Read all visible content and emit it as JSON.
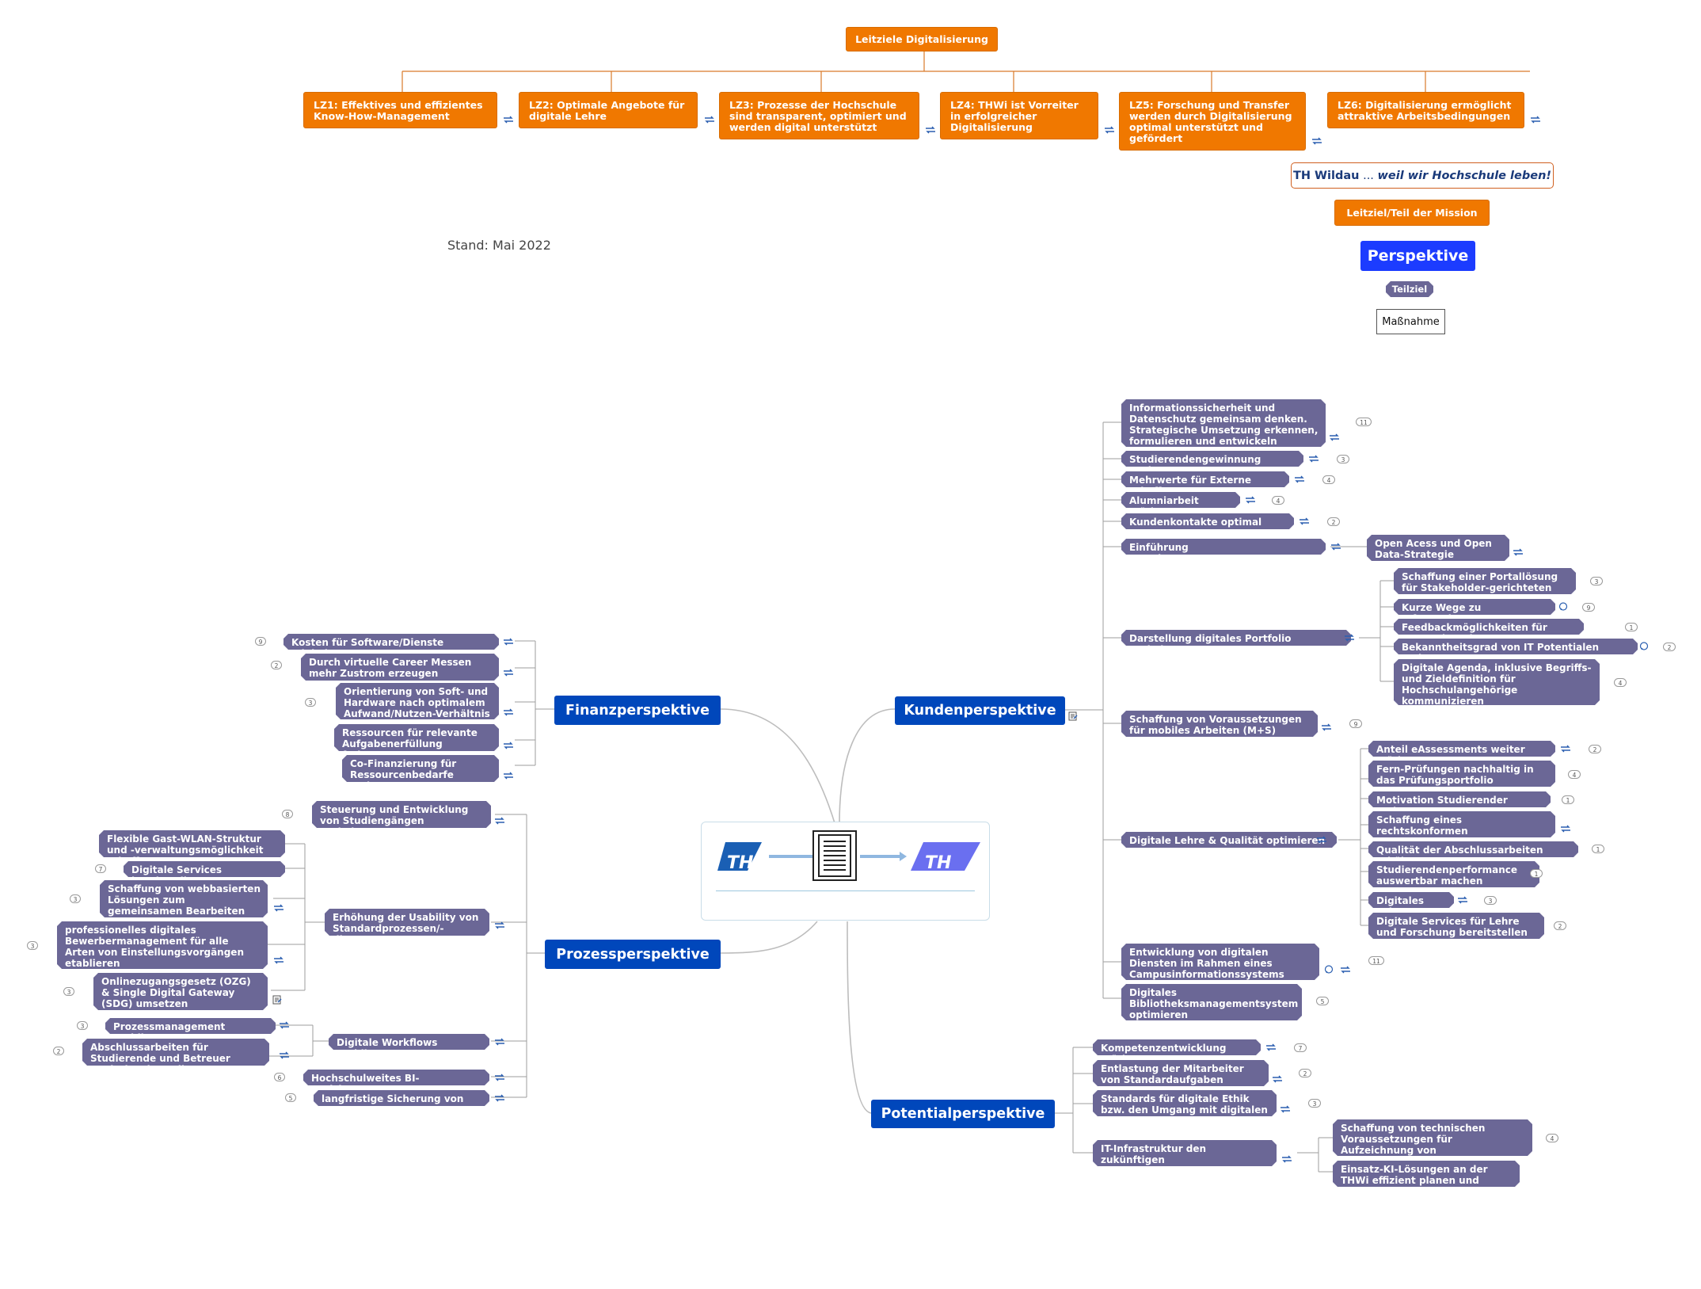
{
  "header": {
    "main_goal": "Leitziele Digitalisierung",
    "goals": [
      "LZ1: Effektives und effizientes Know-How-Management",
      "LZ2: Optimale Angebote für digitale Lehre",
      "LZ3: Prozesse der Hochschule sind transparent, optimiert und werden digital unterstützt",
      "LZ4: THWi ist Vorreiter in erfolgreicher Digitalisierung",
      "LZ5: Forschung und Transfer werden durch Digitalisierung optimal unterstützt und gefördert",
      "LZ6: Digitalisierung ermöglicht attraktive Arbeitsbedingungen"
    ]
  },
  "legend": {
    "mission_prefix": "TH Wildau",
    "mission_ellipsis": " ... ",
    "mission_slogan": "weil wir Hochschule leben!",
    "goal_label": "Leitziel/Teil der Mission",
    "perspective_label": "Perspektive",
    "subgoal_label": "Teilziel",
    "measure_label": "Maßnahme"
  },
  "stand": "Stand: Mai 2022",
  "colors": {
    "orange": "#f07800",
    "perspective": "#0047bb",
    "legend_perspective": "#1c3cff",
    "subgoal": "#6b6796",
    "link_line": "#c0c0c0"
  },
  "perspectives": {
    "finanz": "Finanzperspektive",
    "prozess": "Prozessperspektive",
    "kunden": "Kundenperspektive",
    "potential": "Potentialperspektive"
  },
  "finanz": [
    {
      "label": "Kosten für Software/Dienste minimieren",
      "count": "9"
    },
    {
      "label": "Durch virtuelle Career Messen mehr Zustrom erzeugen",
      "count": "2"
    },
    {
      "label": "Orientierung von Soft- und Hardware nach optimalem Aufwand/Nutzen-Verhältnis",
      "count": "3"
    },
    {
      "label": "Ressourcen für relevante Aufgabenerfüllung freisetzen"
    },
    {
      "label": "Co-Finanzierung für Ressourcenbedarfe steigern"
    }
  ],
  "prozess": {
    "steuerung": {
      "label": "Steuerung und Entwicklung von Studiengängen optimieren",
      "count": "8"
    },
    "usability": {
      "label": "Erhöhung der Usability von Standardprozessen/-diensten"
    },
    "usability_children": [
      {
        "label": "Flexible Gast-WLAN-Struktur und -verwaltungsmöglichkeit schaffen"
      },
      {
        "label": "Digitale Services bereitstellen",
        "count": "7"
      },
      {
        "label": "Schaffung von webbasierten Lösungen zum gemeinsamen Bearbeiten von Dokumenten",
        "count": "3"
      },
      {
        "label": "professionelles digitales Bewerbermanagement für alle Arten von Einstellungsvorgängen etablieren",
        "count": "3"
      },
      {
        "label": "Onlinezugangsgesetz (OZG) & Single Digital Gateway (SDG) umsetzen",
        "count": "3"
      }
    ],
    "workflows": {
      "label": "Digitale Workflows etablieren"
    },
    "workflows_children": [
      {
        "label": "Prozessmanagement etablieren",
        "count": "3"
      },
      {
        "label": "Abschlussarbeiten für Studierende und Betreuer papierlos darstellen",
        "count": "2"
      }
    ],
    "bi": {
      "label": "Hochschulweites BI-Berichtswesen",
      "count": "6"
    },
    "daten": {
      "label": "langfristige Sicherung von Daten",
      "count": "5"
    }
  },
  "kunden": {
    "items": [
      {
        "label": "Informationssicherheit und Datenschutz  gemeinsam denken. Strategische Umsetzung erkennen, formulieren und entwickeln",
        "count": "11"
      },
      {
        "label": "Studierendengewinnung ausbauen",
        "count": "3"
      },
      {
        "label": "Mehrwerte für Externe schaffen",
        "count": "4"
      },
      {
        "label": "Alumniarbeit stärken",
        "count": "4"
      },
      {
        "label": "Kundenkontakte optimal nutzen",
        "count": "2"
      },
      {
        "label": "Einführung Forschungsmanagement"
      },
      {
        "label": "Darstellung digitales Portfolio optimieren"
      },
      {
        "label": "Schaffung von Voraussetzungen für mobiles Arbeiten (M+S)",
        "count": "9"
      },
      {
        "label": "Digitale Lehre & Qualität optimieren"
      },
      {
        "label": "Entwicklung von digitalen Diensten im Rahmen eines Campusinformationssystems",
        "count": "11"
      },
      {
        "label": "Digitales Bibliotheksmanagementsystem optimieren",
        "count": "5"
      }
    ],
    "forschung_child": {
      "label": "Open Acess und Open Data-Strategie ausbauen"
    },
    "portfolio_children": [
      {
        "label": "Schaffung einer Portallösung für Stakeholder-gerichteten Content",
        "count": "3"
      },
      {
        "label": "Kurze Wege zu Informationen",
        "count": "9"
      },
      {
        "label": "Feedbackmöglichkeiten für Nutzer (S+M)",
        "count": "1"
      },
      {
        "label": "Bekanntheitsgrad von IT Potentialen steigern",
        "count": "2"
      },
      {
        "label": "Digitale Agenda, inklusive Begriffs- und Zieldefinition für Hochschulangehörige kommunizieren",
        "count": "4"
      }
    ],
    "lehre_children": [
      {
        "label": "Anteil eAssessments weiter stärken",
        "count": "2"
      },
      {
        "label": "Fern-Prüfungen nachhaltig in das Prüfungsportfolio überführen",
        "count": "4"
      },
      {
        "label": "Motivation Studierender steigern",
        "count": "1"
      },
      {
        "label": "Schaffung eines rechtskonformen Langzeitarchivs"
      },
      {
        "label": "Qualität der Abschlussarbeiten erhöhen",
        "count": "1"
      },
      {
        "label": "Studierendenperformance auswertbar machen",
        "count": "1"
      },
      {
        "label": "Digitales Labor",
        "count": "3"
      },
      {
        "label": "Digitale Services für Lehre und Forschung bereitstellen",
        "count": "2"
      }
    ]
  },
  "potential": {
    "items": [
      {
        "label": "Kompetenzentwicklung stärken",
        "count": "7"
      },
      {
        "label": "Entlastung der Mitarbeiter von Standardaufgaben",
        "count": "2"
      },
      {
        "label": "Standards für digitale Ethik bzw. den Umgang mit digitalen Medien",
        "count": "3"
      },
      {
        "label": "IT-Infrastruktur den zukünftigen Herausforderungen anpassen"
      }
    ],
    "it_children": [
      {
        "label": "Schaffung von technischen Voraussetzungen für Aufzeichnung von Veranstaltungen",
        "count": "4"
      },
      {
        "label": "Einsatz-KI-Lösungen an der THWi effizient planen und betreiben"
      }
    ]
  }
}
